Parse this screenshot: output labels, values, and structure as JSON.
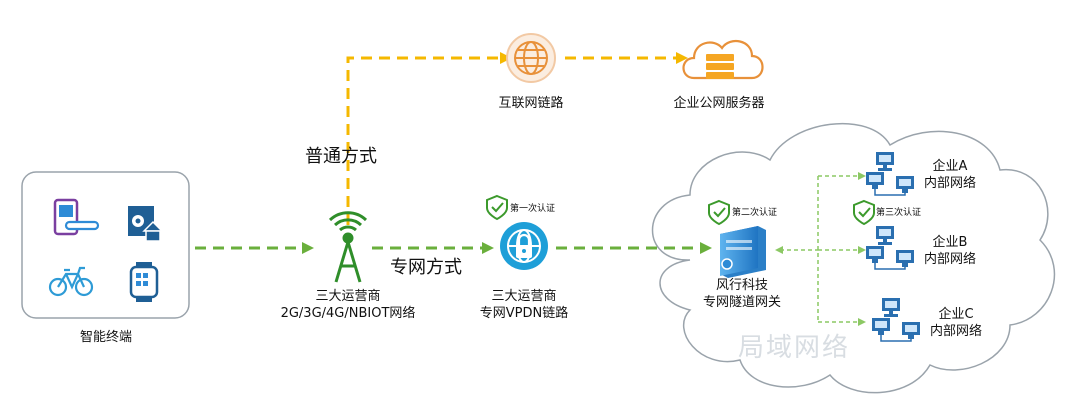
{
  "labels": {
    "normal_mode": "普通方式",
    "private_mode": "专网方式",
    "internet_link": "互联网链路",
    "enterprise_server": "企业公网服务器",
    "smart_terminal": "智能终端",
    "operator_line1": "三大运营商",
    "operator_line2": "2G/3G/4G/NBIOT网络",
    "vpdn_line1": "三大运营商",
    "vpdn_line2": "专网VPDN链路",
    "gateway_line1": "风行科技",
    "gateway_line2": "专网隧道网关",
    "auth1": "第一次认证",
    "auth2": "第二次认证",
    "auth3": "第三次认证",
    "ent_a_line1": "企业A",
    "ent_a_line2": "内部网络",
    "ent_b_line1": "企业B",
    "ent_b_line2": "内部网络",
    "ent_c_line1": "企业C",
    "ent_c_line2": "内部网络",
    "lan": "局域网络"
  },
  "icons": [
    "smart-lock-icon",
    "smart-home-icon",
    "bicycle-icon",
    "smartwatch-icon",
    "antenna-tower-icon",
    "globe-icon",
    "cloud-server-icon",
    "vpn-globe-icon",
    "shield-check-icon",
    "gateway-server-icon",
    "computer-network-icon"
  ],
  "colors": {
    "internet_path": "#F5B800",
    "private_path": "#6AAF3C",
    "enterprise_path": "#8CC864",
    "icon_blue": "#2A6FB0",
    "icon_green": "#3C9A2C",
    "icon_orange": "#E8913A"
  }
}
